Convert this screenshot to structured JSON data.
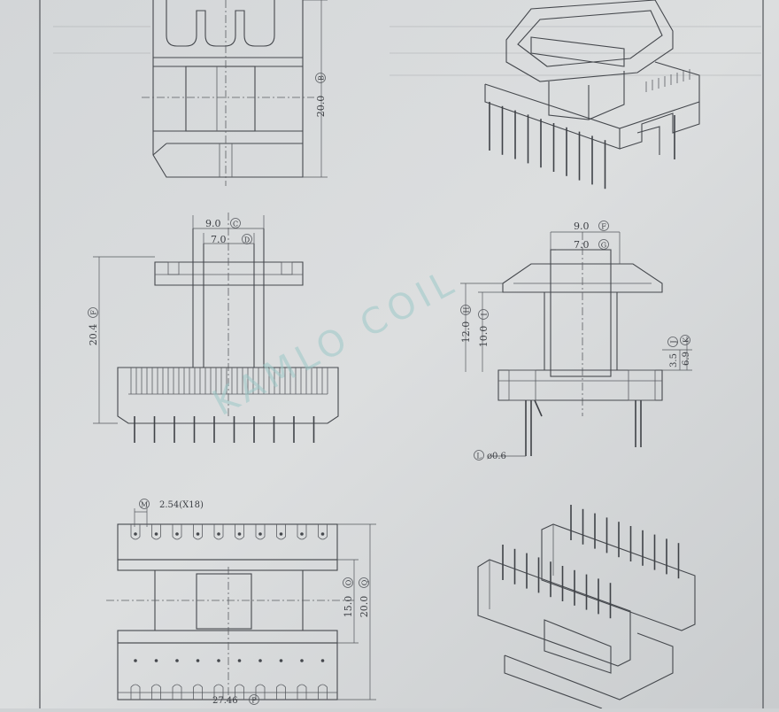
{
  "watermark": "KAMLO COIL",
  "top_view": {
    "dim_height": "20.0",
    "dim_height_ref": "B"
  },
  "front_view": {
    "dim_outer_width": "9.0",
    "dim_outer_width_ref": "C",
    "dim_inner_width": "7.0",
    "dim_inner_width_ref": "D",
    "dim_height": "20.4",
    "dim_height_ref": "F"
  },
  "side_view": {
    "dim_outer_width": "9.0",
    "dim_outer_width_ref": "F",
    "dim_inner_width": "7.0",
    "dim_inner_width_ref": "G",
    "dim_height_outer": "12.0",
    "dim_height_outer_ref": "H",
    "dim_height_inner": "10.0",
    "dim_height_inner_ref": "I",
    "dim_base_small": "3.5",
    "dim_base_small_ref": "J",
    "dim_base_large": "6.9",
    "dim_base_large_ref": "K",
    "pin_dia": "ø0.6",
    "pin_dia_ref": "L"
  },
  "bottom_view": {
    "pitch": "2.54(X18)",
    "pitch_ref": "M",
    "dim_width": "27.46",
    "dim_width_ref": "P",
    "dim_inner": "15.0",
    "dim_inner_ref": "O",
    "dim_outer": "20.0",
    "dim_outer_ref": "Q"
  }
}
